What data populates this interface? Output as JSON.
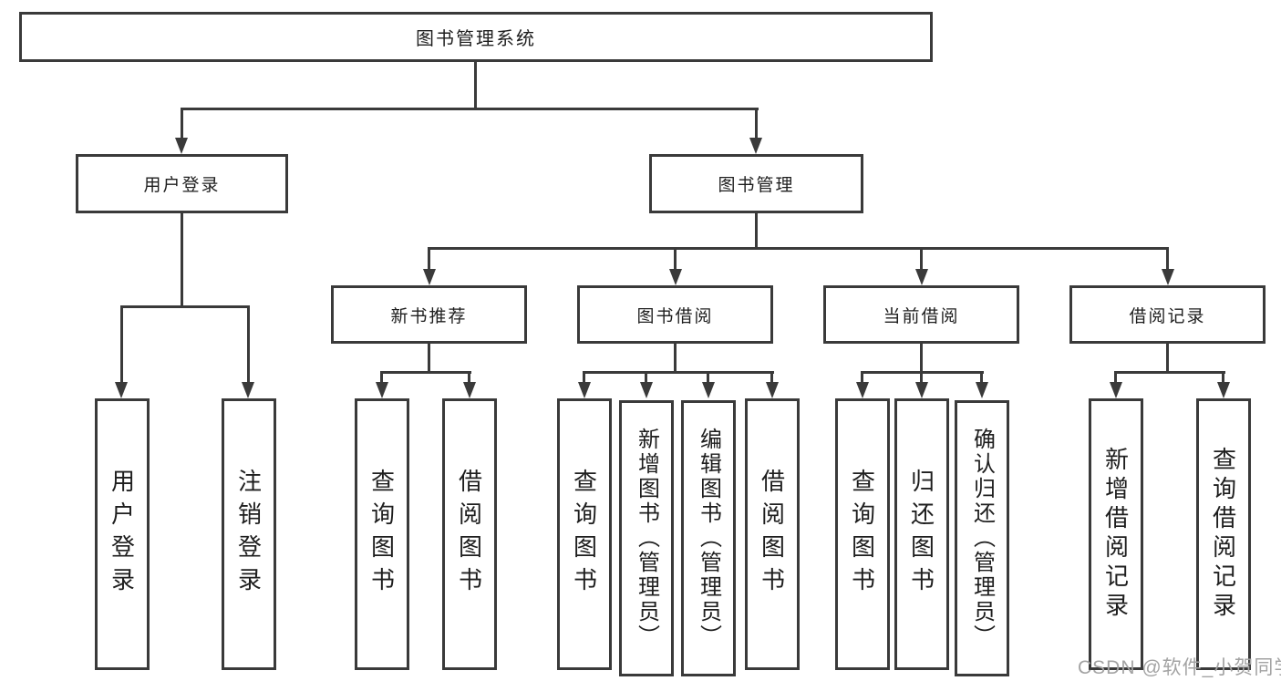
{
  "diagram": {
    "title": "图书管理系统",
    "level2": {
      "user_login": "用户登录",
      "book_mgmt": "图书管理"
    },
    "level3": {
      "new_books": "新书推荐",
      "borrow": "图书借阅",
      "current": "当前借阅",
      "records": "借阅记录"
    },
    "leaves": {
      "user_login": "用户登录",
      "logout": "注销登录",
      "nb_query": "查询图书",
      "nb_borrow": "借阅图书",
      "bw_query": "查询图书",
      "bw_add": "新增图书（管理员）",
      "bw_edit": "编辑图书（管理员）",
      "bw_borrow": "借阅图书",
      "cur_query": "查询图书",
      "cur_return": "归还图书",
      "cur_confirm": "确认归还（管理员）",
      "rec_add": "新增借阅记录",
      "rec_query": "查询借阅记录"
    },
    "watermark": "CSDN @软件_小贺同学",
    "colors": {
      "line": "#3a3a3a",
      "box_fill": "#ffffff",
      "text": "#1e1e1e",
      "watermark": "#a3a3a3"
    }
  }
}
